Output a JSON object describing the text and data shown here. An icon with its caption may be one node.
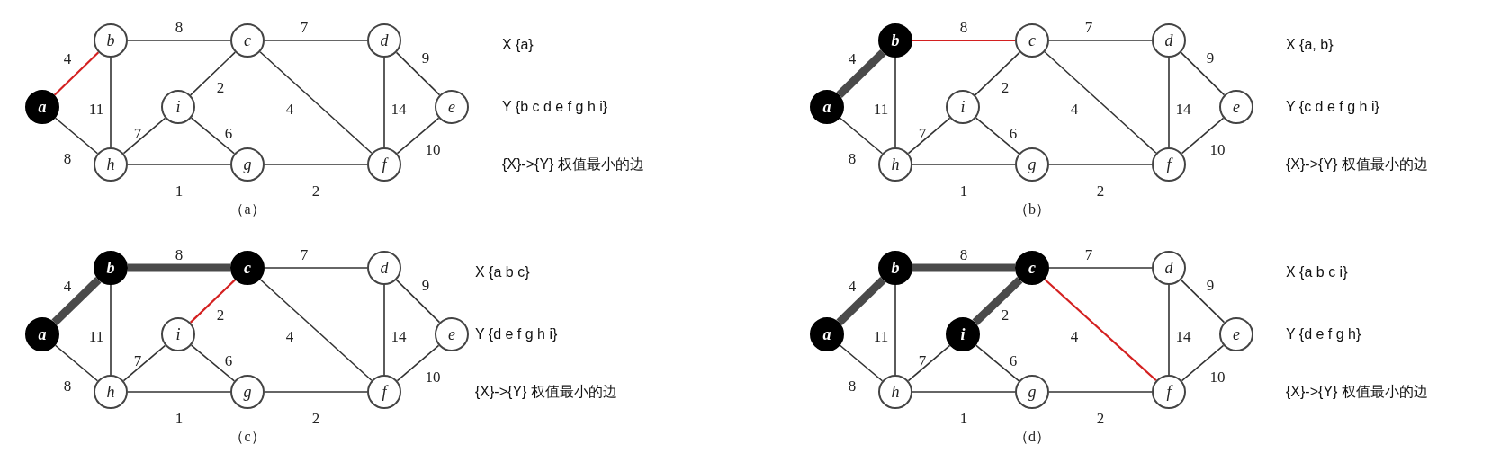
{
  "diagram": {
    "nodes": [
      {
        "text": [
          "a"
        ]
      },
      {
        "text": [
          "b"
        ]
      },
      {
        "text": [
          "c"
        ]
      },
      {
        "text": [
          "d"
        ]
      },
      {
        "text": [
          "e"
        ]
      },
      {
        "text": [
          "f"
        ]
      },
      {
        "text": [
          "g"
        ]
      },
      {
        "text": [
          "h"
        ]
      },
      {
        "text": [
          "i"
        ]
      },
      {
        "text": [
          "a"
        ]
      },
      {
        "text": [
          "b"
        ]
      },
      {
        "text": [
          "c"
        ]
      },
      {
        "text": [
          "d"
        ]
      },
      {
        "text": [
          "e"
        ]
      },
      {
        "text": [
          "f"
        ]
      },
      {
        "text": [
          "g"
        ]
      },
      {
        "text": [
          "h"
        ]
      },
      {
        "text": [
          "i"
        ]
      },
      {
        "text": [
          "a"
        ]
      },
      {
        "text": [
          "b"
        ]
      },
      {
        "text": [
          "c"
        ]
      },
      {
        "text": [
          "d"
        ]
      },
      {
        "text": [
          "e"
        ]
      },
      {
        "text": [
          "f"
        ]
      },
      {
        "text": [
          "g"
        ]
      },
      {
        "text": [
          "h"
        ]
      },
      {
        "text": [
          "i"
        ]
      },
      {
        "text": [
          "a"
        ]
      },
      {
        "text": [
          "b"
        ]
      },
      {
        "text": [
          "c"
        ]
      },
      {
        "text": [
          "d"
        ]
      },
      {
        "text": [
          "e"
        ]
      },
      {
        "text": [
          "f"
        ]
      },
      {
        "text": [
          "g"
        ]
      },
      {
        "text": [
          "h"
        ]
      },
      {
        "text": [
          "i"
        ]
      }
    ],
    "edges": [
      {
        "from": 0,
        "to": 1,
        "arrow": "none",
        "label": "4",
        "color": "#d42020"
      },
      {
        "from": 0,
        "to": 7,
        "arrow": "none",
        "label": "8"
      },
      {
        "from": 1,
        "to": 2,
        "arrow": "none",
        "label": "8"
      },
      {
        "from": 1,
        "to": 7,
        "arrow": "none",
        "label": "11"
      },
      {
        "from": 2,
        "to": 3,
        "arrow": "none",
        "label": "7"
      },
      {
        "from": 2,
        "to": 8,
        "arrow": "none",
        "label": "2"
      },
      {
        "from": 2,
        "to": 5,
        "arrow": "none",
        "label": "4"
      },
      {
        "from": 3,
        "to": 4,
        "arrow": "none",
        "label": "9"
      },
      {
        "from": 3,
        "to": 5,
        "arrow": "none",
        "label": "14"
      },
      {
        "from": 4,
        "to": 5,
        "arrow": "none",
        "label": "10"
      },
      {
        "from": 7,
        "to": 8,
        "arrow": "none",
        "label": "7"
      },
      {
        "from": 8,
        "to": 6,
        "arrow": "none",
        "label": "6"
      },
      {
        "from": 7,
        "to": 6,
        "arrow": "none",
        "label": "1"
      },
      {
        "from": 6,
        "to": 5,
        "arrow": "none",
        "label": "2"
      },
      {
        "from": 9,
        "to": 10,
        "arrow": "none",
        "label": "4",
        "style": "thick"
      },
      {
        "from": 9,
        "to": 16,
        "arrow": "none",
        "label": "8"
      },
      {
        "from": 10,
        "to": 11,
        "arrow": "none",
        "label": "8",
        "color": "#d42020"
      },
      {
        "from": 10,
        "to": 16,
        "arrow": "none",
        "label": "11"
      },
      {
        "from": 11,
        "to": 12,
        "arrow": "none",
        "label": "7"
      },
      {
        "from": 11,
        "to": 17,
        "arrow": "none",
        "label": "2"
      },
      {
        "from": 11,
        "to": 14,
        "arrow": "none",
        "label": "4"
      },
      {
        "from": 12,
        "to": 13,
        "arrow": "none",
        "label": "9"
      },
      {
        "from": 12,
        "to": 14,
        "arrow": "none",
        "label": "14"
      },
      {
        "from": 13,
        "to": 14,
        "arrow": "none",
        "label": "10"
      },
      {
        "from": 16,
        "to": 17,
        "arrow": "none",
        "label": "7"
      },
      {
        "from": 17,
        "to": 15,
        "arrow": "none",
        "label": "6"
      },
      {
        "from": 16,
        "to": 15,
        "arrow": "none",
        "label": "1"
      },
      {
        "from": 15,
        "to": 14,
        "arrow": "none",
        "label": "2"
      },
      {
        "from": 18,
        "to": 19,
        "arrow": "none",
        "label": "4",
        "style": "thick"
      },
      {
        "from": 18,
        "to": 25,
        "arrow": "none",
        "label": "8"
      },
      {
        "from": 19,
        "to": 20,
        "arrow": "none",
        "label": "8",
        "style": "thick"
      },
      {
        "from": 19,
        "to": 25,
        "arrow": "none",
        "label": "11"
      },
      {
        "from": 20,
        "to": 21,
        "arrow": "none",
        "label": "7"
      },
      {
        "from": 20,
        "to": 26,
        "arrow": "none",
        "label": "2",
        "color": "#d42020"
      },
      {
        "from": 20,
        "to": 23,
        "arrow": "none",
        "label": "4"
      },
      {
        "from": 21,
        "to": 22,
        "arrow": "none",
        "label": "9"
      },
      {
        "from": 21,
        "to": 23,
        "arrow": "none",
        "label": "14"
      },
      {
        "from": 22,
        "to": 23,
        "arrow": "none",
        "label": "10"
      },
      {
        "from": 25,
        "to": 26,
        "arrow": "none",
        "label": "7"
      },
      {
        "from": 26,
        "to": 24,
        "arrow": "none",
        "label": "6"
      },
      {
        "from": 25,
        "to": 24,
        "arrow": "none",
        "label": "1"
      },
      {
        "from": 24,
        "to": 23,
        "arrow": "none",
        "label": "2"
      },
      {
        "from": 27,
        "to": 28,
        "arrow": "none",
        "label": "4",
        "style": "thick"
      },
      {
        "from": 27,
        "to": 34,
        "arrow": "none",
        "label": "8"
      },
      {
        "from": 28,
        "to": 29,
        "arrow": "none",
        "label": "8",
        "style": "thick"
      },
      {
        "from": 28,
        "to": 34,
        "arrow": "none",
        "label": "11"
      },
      {
        "from": 29,
        "to": 30,
        "arrow": "none",
        "label": "7"
      },
      {
        "from": 29,
        "to": 35,
        "arrow": "none",
        "label": "2",
        "style": "thick"
      },
      {
        "from": 29,
        "to": 32,
        "arrow": "none",
        "label": "4",
        "color": "#d42020"
      },
      {
        "from": 30,
        "to": 31,
        "arrow": "none",
        "label": "9"
      },
      {
        "from": 30,
        "to": 32,
        "arrow": "none",
        "label": "14"
      },
      {
        "from": 31,
        "to": 32,
        "arrow": "none",
        "label": "10"
      },
      {
        "from": 34,
        "to": 35,
        "arrow": "none",
        "label": "7"
      },
      {
        "from": 35,
        "to": 33,
        "arrow": "none",
        "label": "6"
      },
      {
        "from": 34,
        "to": 33,
        "arrow": "none",
        "label": "1"
      },
      {
        "from": 33,
        "to": 32,
        "arrow": "none",
        "label": "2"
      }
    ],
    "labels": [
      "X {a}",
      "Y {b c d e f g h i}",
      "{X}->{Y} 权值最小的边",
      "（a）",
      "X {a, b}",
      "Y {c d e f g h i}",
      "{X}->{Y} 权值最小的边",
      "（b）",
      "X {a b c}",
      "Y {d e f g h i}",
      "{X}->{Y} 权值最小的边",
      "（c）",
      "X {a b c i}",
      "Y {d e f g h}",
      "{X}->{Y} 权值最小的边",
      "（d）"
    ]
  }
}
